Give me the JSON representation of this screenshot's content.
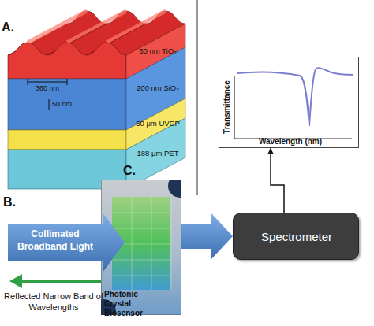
{
  "diagram": {
    "nodes": [
      {
        "text": [
          "60 nm TiO₂"
        ]
      },
      {
        "text": [
          "200 nm SiO₂"
        ]
      },
      {
        "text": [
          "50 μm UVCP"
        ]
      },
      {
        "text": [
          "188 μm PET"
        ]
      },
      {
        "text": [
          "Transmittance",
          "Wavelength (nm)"
        ]
      },
      {
        "text": [
          "Collimated Broadband Light"
        ]
      },
      {
        "text": [
          "Photonic Crystal Biosensor"
        ]
      },
      {
        "text": [
          "Spectrometer"
        ]
      }
    ],
    "edges": [
      {
        "from": 6,
        "to": 7,
        "arrow": "to"
      },
      {
        "from": 7,
        "to": 4,
        "arrow": "to"
      }
    ],
    "labels": [
      "A.",
      "360 nm",
      "50 nm",
      "B.",
      "C.",
      "Reflected Narrow Band of Wavelengths"
    ]
  }
}
